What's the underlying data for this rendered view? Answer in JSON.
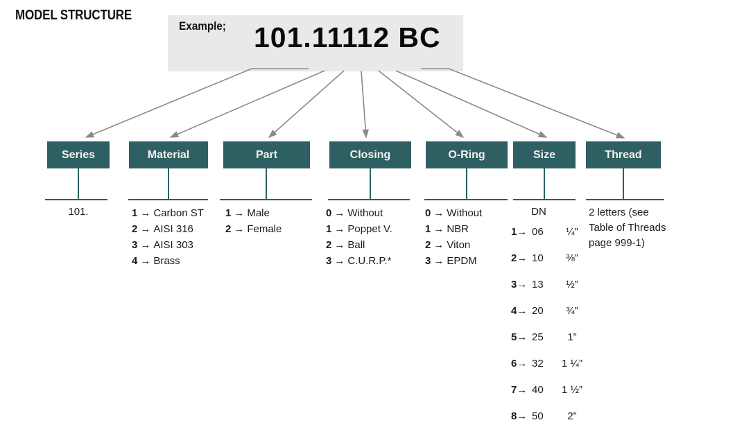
{
  "title": "MODEL STRUCTURE",
  "example": {
    "label": "Example;",
    "code": "101.11112 BC"
  },
  "arrow_glyph": "→",
  "colors": {
    "box_teal": "#2e5f63",
    "arrow_gray": "#8a8a8a",
    "example_bg": "#e9e9e9"
  },
  "columns": {
    "series": {
      "label": "Series",
      "value": "101."
    },
    "material": {
      "label": "Material",
      "items": [
        {
          "code": "1",
          "value": "Carbon ST"
        },
        {
          "code": "2",
          "value": "AISI 316"
        },
        {
          "code": "3",
          "value": "AISI 303"
        },
        {
          "code": "4",
          "value": "Brass"
        }
      ]
    },
    "part": {
      "label": "Part",
      "items": [
        {
          "code": "1",
          "value": "Male"
        },
        {
          "code": "2",
          "value": "Female"
        }
      ]
    },
    "closing": {
      "label": "Closing",
      "items": [
        {
          "code": "0",
          "value": "Without"
        },
        {
          "code": "1",
          "value": "Poppet V."
        },
        {
          "code": "2",
          "value": "Ball"
        },
        {
          "code": "3",
          "value": "C.U.R.P.*"
        }
      ]
    },
    "oring": {
      "label": "O-Ring",
      "items": [
        {
          "code": "0",
          "value": "Without"
        },
        {
          "code": "1",
          "value": "NBR"
        },
        {
          "code": "2",
          "value": "Viton"
        },
        {
          "code": "3",
          "value": "EPDM"
        }
      ]
    },
    "size": {
      "label": "Size",
      "header": "DN",
      "rows": [
        {
          "code": "1",
          "dn": "06",
          "inch": "¼”"
        },
        {
          "code": "2",
          "dn": "10",
          "inch": "⅜”"
        },
        {
          "code": "3",
          "dn": "13",
          "inch": "½”"
        },
        {
          "code": "4",
          "dn": "20",
          "inch": "¾”"
        },
        {
          "code": "5",
          "dn": "25",
          "inch": "1”"
        },
        {
          "code": "6",
          "dn": "32",
          "inch": "1 ¼”"
        },
        {
          "code": "7",
          "dn": "40",
          "inch": "1 ½”"
        },
        {
          "code": "8",
          "dn": "50",
          "inch": "2”"
        }
      ]
    },
    "thread": {
      "label": "Thread",
      "note_line1": "2 letters (see",
      "note_line2": "Table of Threads",
      "note_line3": "page 999-1)"
    }
  }
}
